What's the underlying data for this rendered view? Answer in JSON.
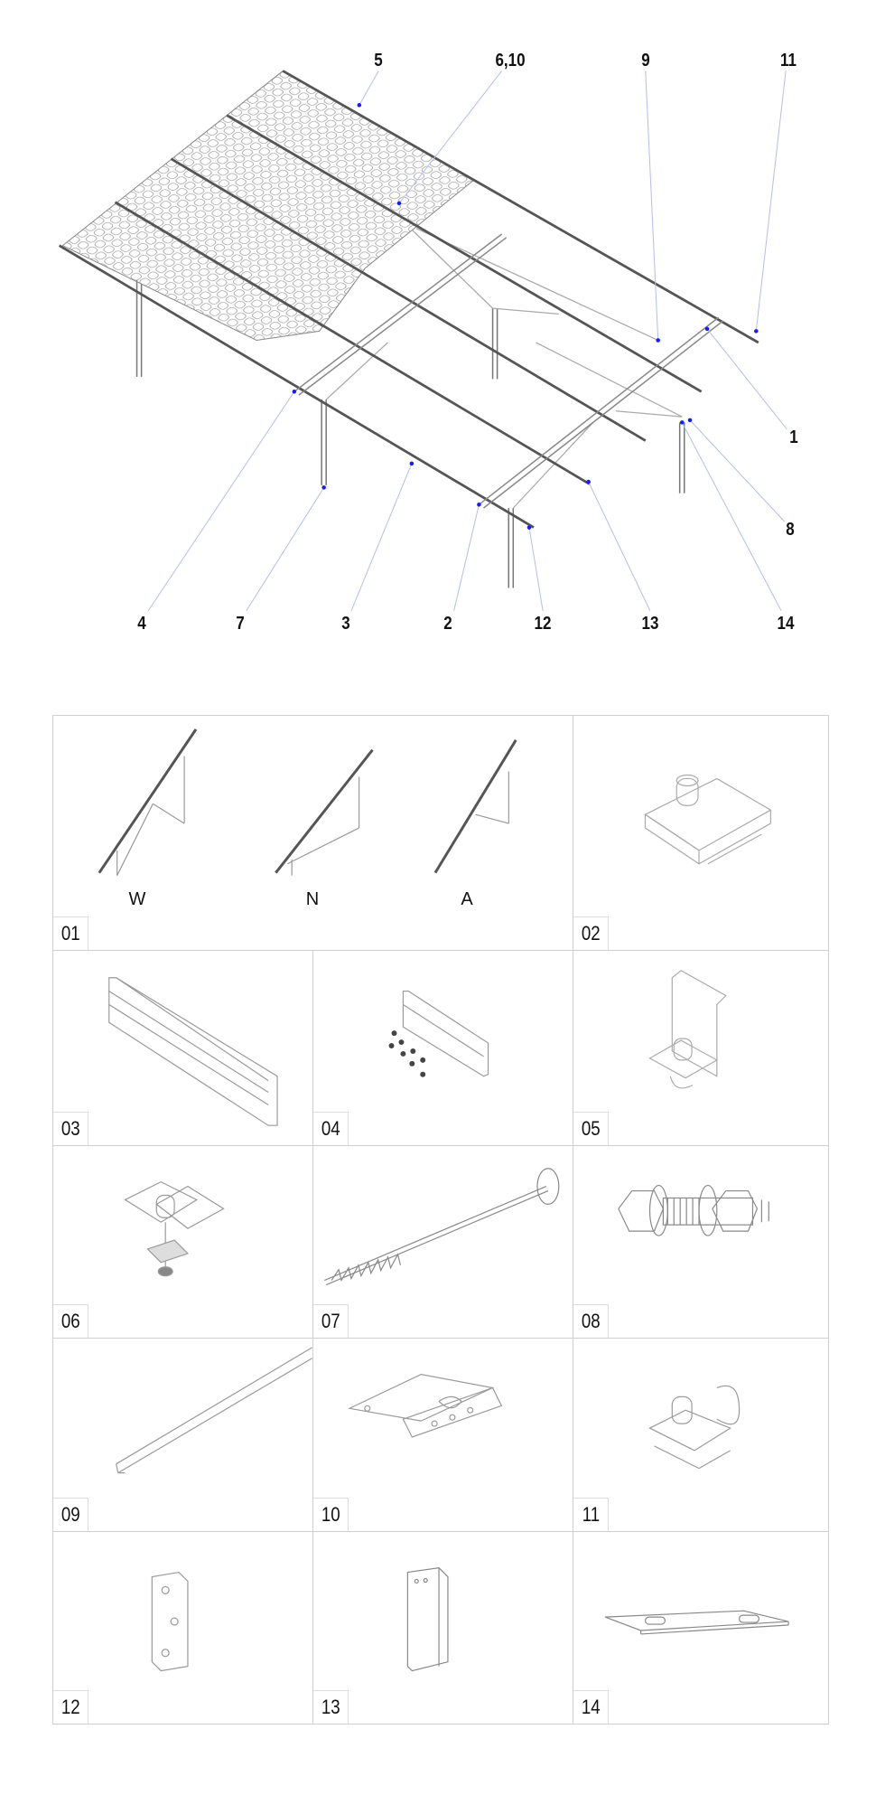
{
  "diagram": {
    "callouts": [
      {
        "id": "c5",
        "text": "5"
      },
      {
        "id": "c610",
        "text": "6,10"
      },
      {
        "id": "c9",
        "text": "9"
      },
      {
        "id": "c11",
        "text": "11"
      },
      {
        "id": "c1",
        "text": "1"
      },
      {
        "id": "c8",
        "text": "8"
      },
      {
        "id": "c4",
        "text": "4"
      },
      {
        "id": "c7",
        "text": "7"
      },
      {
        "id": "c3",
        "text": "3"
      },
      {
        "id": "c2",
        "text": "2"
      },
      {
        "id": "c12",
        "text": "12"
      },
      {
        "id": "c13",
        "text": "13"
      },
      {
        "id": "c14",
        "text": "14"
      }
    ],
    "leader_color": "#b8bde8",
    "arrow_color": "#1a1aff"
  },
  "parts": {
    "p01": {
      "number": "01",
      "variants": [
        "W",
        "N",
        "A"
      ]
    },
    "p02": {
      "number": "02"
    },
    "p03": {
      "number": "03"
    },
    "p04": {
      "number": "04"
    },
    "p05": {
      "number": "05"
    },
    "p06": {
      "number": "06"
    },
    "p07": {
      "number": "07"
    },
    "p08": {
      "number": "08"
    },
    "p09": {
      "number": "09"
    },
    "p10": {
      "number": "10"
    },
    "p11": {
      "number": "11"
    },
    "p12": {
      "number": "12"
    },
    "p13": {
      "number": "13"
    },
    "p14": {
      "number": "14"
    }
  }
}
